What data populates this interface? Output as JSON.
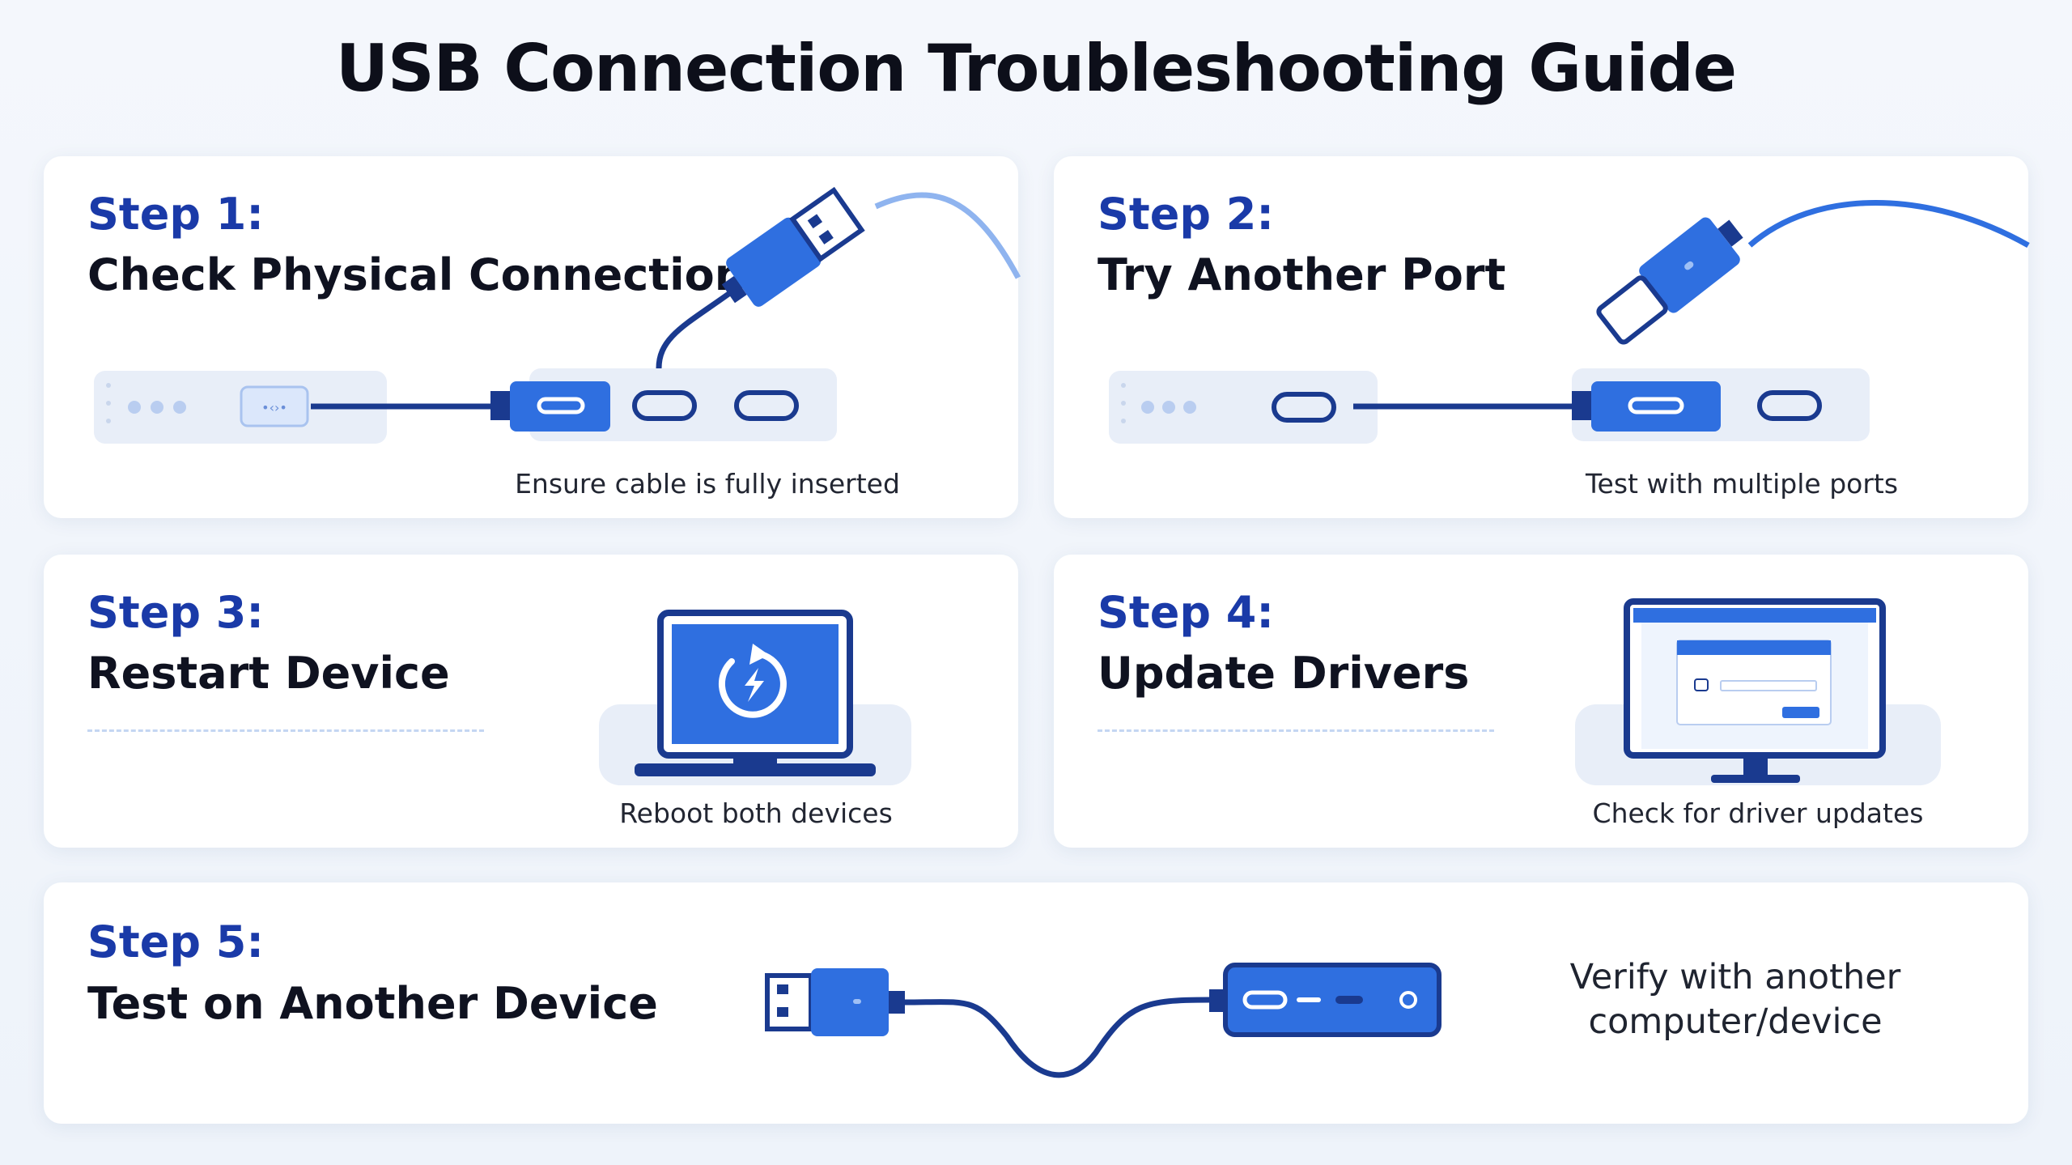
{
  "title": "USB Connection Troubleshooting Guide",
  "steps": [
    {
      "label": "Step 1:",
      "title": "Check Physical Connection",
      "caption": "Ensure cable is fully inserted"
    },
    {
      "label": "Step 2:",
      "title": "Try Another Port",
      "caption": "Test with multiple ports"
    },
    {
      "label": "Step 3:",
      "title": "Restart Device",
      "caption": "Reboot both devices"
    },
    {
      "label": "Step 4:",
      "title": "Update Drivers",
      "caption": "Check for driver updates"
    },
    {
      "label": "Step 5:",
      "title": "Test on Another Device",
      "caption_line1": "Verify with another",
      "caption_line2": "computer/device"
    }
  ],
  "colors": {
    "accent": "#2f6fe0",
    "navy": "#1a3a8f",
    "light_blue": "#e6eef9"
  }
}
